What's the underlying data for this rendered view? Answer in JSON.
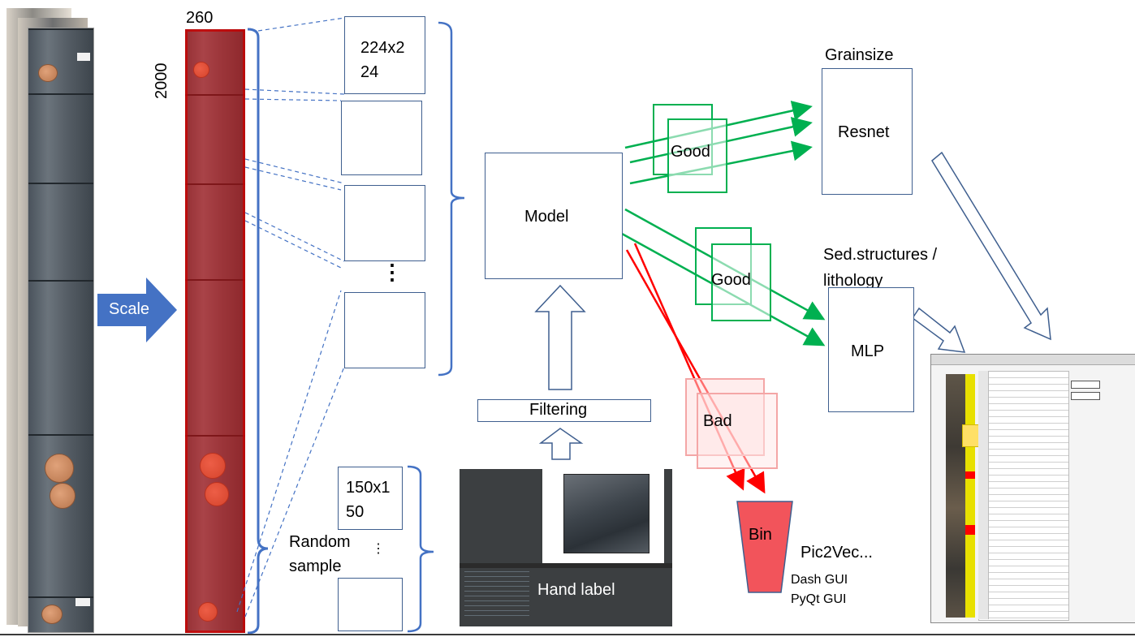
{
  "core": {
    "width_label": "260",
    "height_label": "2000",
    "scale_label": "Scale"
  },
  "patches": {
    "large_label": "224x2\n24",
    "ellipsis": "⋮",
    "small_label": "150x1\n50",
    "small_ellipsis": "⋮",
    "random_sample_label": "Random\nsample"
  },
  "pipeline": {
    "model_label": "Model",
    "filtering_label": "Filtering",
    "hand_label": "Hand label"
  },
  "classes": {
    "good1_label": "Good",
    "good2_label": "Good",
    "bad_label": "Bad",
    "bin_label": "Bin"
  },
  "outputs": {
    "grainsize_label": "Grainsize",
    "resnet_label": "Resnet",
    "sed_label": "Sed.structures /\nlithology",
    "mlp_label": "MLP",
    "pic2vec_label": "Pic2Vec...",
    "dash_label": "Dash GUI",
    "pyqt_label": "PyQt GUI"
  },
  "colors": {
    "scale_arrow": "#4472c4",
    "brace": "#4472c4",
    "good_arrow": "#00b050",
    "bad_arrow": "#ff0000",
    "bin_fill": "#f2545b",
    "overlay_red": "#ff0000"
  }
}
